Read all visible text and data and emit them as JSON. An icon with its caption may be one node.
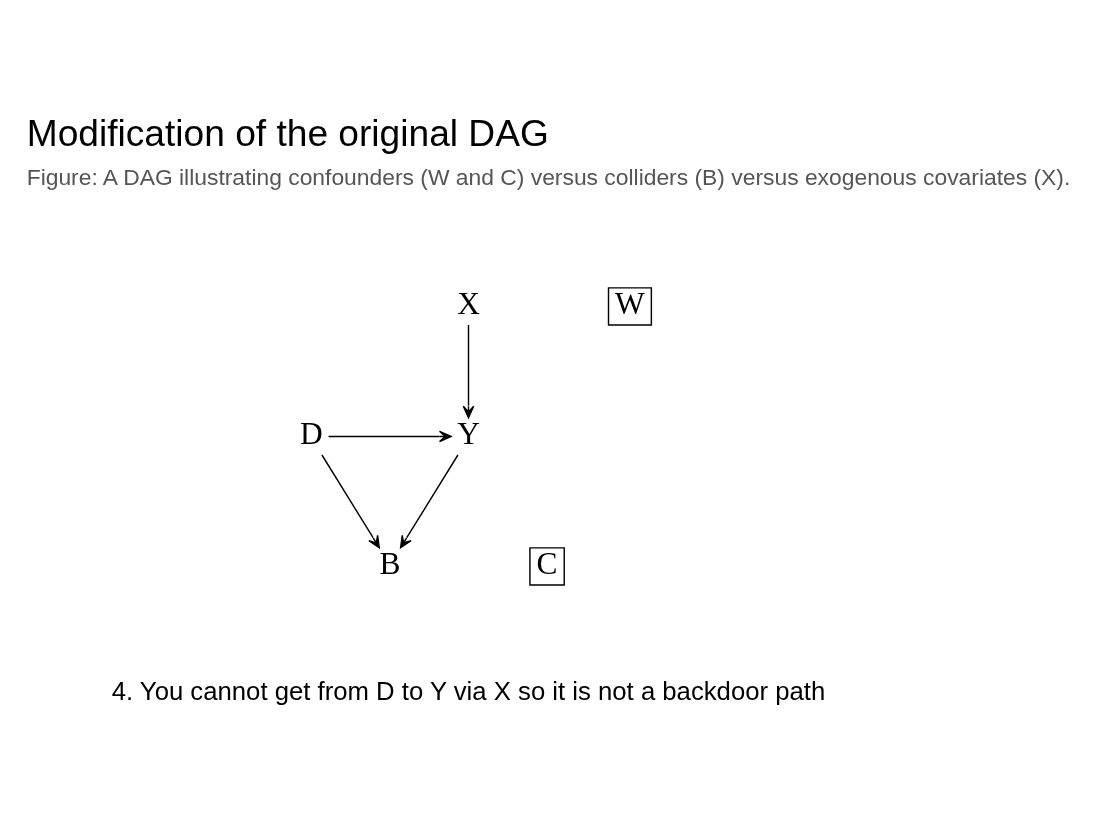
{
  "diagram": {
    "title": "Modification of the original DAG",
    "caption": "Figure: A DAG illustrating confounders (W and C) versus colliders (B) versus exogenous covariates (X).",
    "nodes": [
      {
        "text": [
          "X"
        ]
      },
      {
        "text": [
          "W"
        ]
      },
      {
        "text": [
          "D"
        ]
      },
      {
        "text": [
          "Y"
        ]
      },
      {
        "text": [
          "C"
        ]
      },
      {
        "text": [
          "B"
        ]
      }
    ],
    "edges": [
      {
        "from": 0,
        "to": 3,
        "arrow": "to"
      },
      {
        "from": 2,
        "to": 3,
        "arrow": "to"
      },
      {
        "from": 2,
        "to": 5,
        "arrow": "to"
      },
      {
        "from": 3,
        "to": 5,
        "arrow": "to"
      }
    ],
    "labels": [
      "4. You cannot get from D to Y via X so it is not a backdoor path"
    ]
  }
}
